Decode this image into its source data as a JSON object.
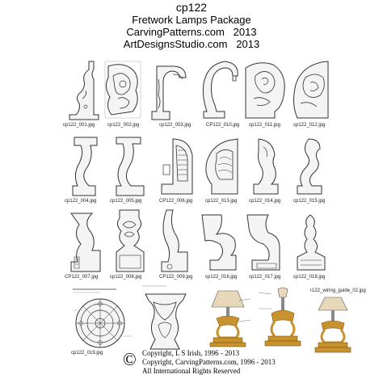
{
  "header": {
    "code": "cp122",
    "title": "Fretwork Lamps Package",
    "line3_site": "CarvingPatterns.com",
    "line3_year": "2013",
    "line4_site": "ArtDesignsStudio.com",
    "line4_year": "2013"
  },
  "tiles": [
    {
      "caption": "cp122_001.jpg"
    },
    {
      "caption": "cp122_002.jpg"
    },
    {
      "caption": "cp122_003.jpg"
    },
    {
      "caption": "CP122_010.jpg"
    },
    {
      "caption": "cp122_011.jpg"
    },
    {
      "caption": "cp122_012.jpg"
    },
    {
      "caption": "cp122_004.jpg"
    },
    {
      "caption": "cp122_005.jpg"
    },
    {
      "caption": "CP122_006.jpg"
    },
    {
      "caption": "cp122_013.jpg"
    },
    {
      "caption": "cp122_014.jpg"
    },
    {
      "caption": "cp122_015.jpg"
    },
    {
      "caption": "CP122_007.jpg"
    },
    {
      "caption": "cp122_008.jpg"
    },
    {
      "caption": "CP122_009.jpg"
    },
    {
      "caption": "cp122_016.jpg"
    },
    {
      "caption": "cp122_017.jpg"
    },
    {
      "caption": "cp122_018.jpg"
    },
    {
      "caption": "cp122_019.jpg"
    },
    {
      "caption": "r122_wiring_guide_02.jpg"
    }
  ],
  "footer": {
    "symbol": "©",
    "line1": "Copyright, L S Irish, 1996 - 2013",
    "line2": "Copyright, CarvingPatterns.com, 1996 - 2013",
    "line3": "All International Rights Reserved"
  },
  "colors": {
    "outline": "#333333",
    "fill": "#f4f4f4",
    "wood": "#c8922e",
    "lampshade": "#e6d8b8"
  }
}
